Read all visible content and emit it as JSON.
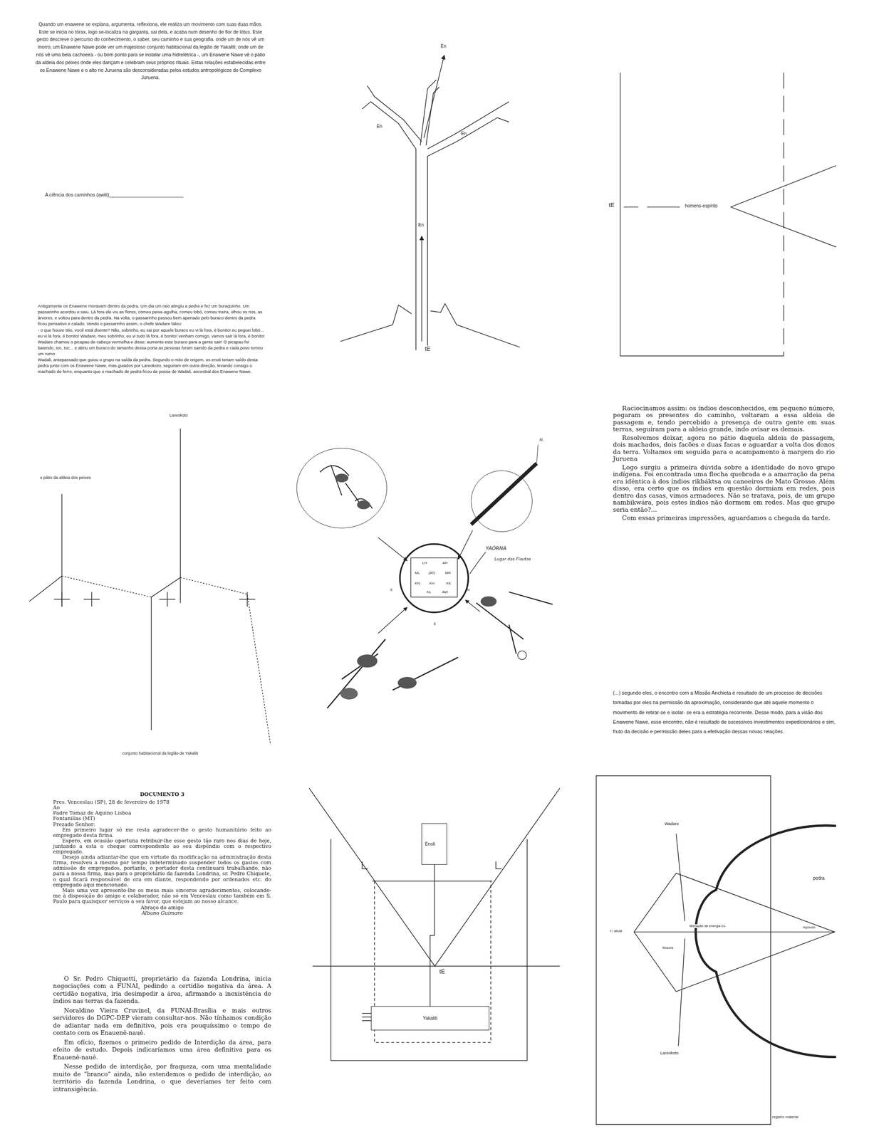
{
  "diagram": {
    "nodes": [
      {
        "text": [
          "Enoli"
        ]
      },
      {
        "text": [
          "Yakaliti"
        ]
      }
    ],
    "edges": [
      {
        "from": 0,
        "to": 1,
        "arrow": "none"
      }
    ],
    "labels": [
      "Quando um enawene se explana, argumenta, reflexiona, ele realiza um movimento com suas duas mãos. Este se inicia no tórax, logo se-localiza na garganta, sai dela, e acaba num desenho de flor de lótus. Este gesto descreve o percurso do conhecimento, o saber, seu caminho e sua geografia. onde um de nós vê um morro, um Enawene Nawe pode ver um majestoso conjunto habitacional da legião de Yakaliti; onde um de nós vê uma bela cachoeira - ou bom ponto para se instalar uma hidrelétrica -, um Enawene Nawe vê o pátio da aldeia dos peixes onde eles dançam e celebram seus próprios rituais. Estas relações estabelecidas entre os Enawene Nawe e o alto rio Juruena são desconsideradas pelos estudos antropológicos do Complexo Juruena.",
      "A ciência dos caminhos (awiti)____________________________",
      "Antigamente os Enawene moravam dentro da pedra. Um dia um raio atingiu a pedra e fez um buraquinho. Um passarinho acordou e saiu. Lá fora ele viu as flores, comeu peixe-agulha, comeu lobó, comeu traíra, olhou os rios, as árvores, e voltou para dentro da pedra. Na volta, o passarinho passou bem apertado pelo buraco dentro da pedra ficou pensativo e calado. Vendo o passarinho assim, o chefe Wadare falou:",
      "- o que houve titio, você está doente? Não, sobrinho, eu sai por aquele buraco eu vi lá fora, é bonito! eu peguei lobó... eu vi lá fora, é bonito! Wadare, meu sobrinho, eu vi tudo lá fora, é bonito! venham comigo, vamos sair lá fora, é bonito! Wadare chamou o picapau de cabeça vermelha e disse: aumente este buraco para a gente sair! O picapau foi batendo, toc, toc... e abriu um buraco do tamanho dessa porta as pessoas foram saindo da pedra e cada povo tomou um rumo",
      "Wadali, antepassado que guiou o grupo na saída da pedra. Segundo o mito de origem, os enoti teriam saído desta pedra junto com os Enawene Nawe, mas guiados por Lareokoto, seguiram em outra direção, levando consigo o machado de ferro, enquanto que o machado de pedra ficou de posse de Wadali, ancestral dos Enawene Nawe.",
      "En",
      "En",
      "En",
      "En",
      "tE",
      "tE",
      "homens-espírito",
      "o pátio da aldeia dos peixes",
      "Lareokoto",
      "conjunto habitacional da legião de Yakaliti",
      "LH",
      "AH",
      "ML",
      "(AT)",
      "MR",
      "KN",
      "KH",
      "KK",
      "KL",
      "AW",
      "S",
      "N",
      "E",
      "YAÕRNA",
      "Lugar das Flautas",
      "H.",
      "Raciocinamos assim: os índios desconhecidos, em pequeno número, pegaram os presentes do caminho, voltaram a essa aldeia de passagem e, tendo percebido a presença de outra gente em suas terras, seguiram para a aldeia grande, indo avisar os demais.",
      "Resolvemos deixar, agora no pátio daquela aldeia de passagem, dois machados, dois facões e duas facas e aguardar a volta dos donos da terra. Voltamos em seguida para o acampamento à margem do rio Juruena",
      "Logo surgiu a primeira dúvida sobre a identidade do novo grupo indígena. Foi encontrada uma flecha quebrada e a amarração da pena era idêntica à dos índios rikbáktsa ou canoeiros de Mato Grosso. Além disso, era certo que os índios em questão dormiam em redes, pois dentro das casas, vimos armadores. Não se tratava, pois, de um grupo nambikwára, pois estes índios não dormem em redes. Mas que grupo seria então?...",
      "Com essas primeiras impressões, aguardamos a chegada da tarde.",
      "(...) segundo eles, o encontro com a Missão Anchieta é resultado de um processo de decisões tomadas por eles na permissão da aproximação, considerando que até aquele momento o movimento de retirar-se e isolar- se era a estratégia recorrente. Desse modo, para a visão dos Enawene Nawe, esse encontro, não é resultado de sucessivos investimentos expedicionários e sim, fruto da decisão e permissão deles para a efetivação dessas novas relações.",
      "DOCUMENTO 3",
      "Pres. Venceslau (SP), 28 de fevereiro de 1978",
      "Ao",
      "Padre Tomaz de Aquino Lisboa",
      "Fontanillas (MT)",
      "Prezado Senhor:",
      "Em primeiro lugar só me resta agradecer-lhe o gesto humanitário feito ao empregado desta firma.",
      "Espero, em ocasião oportuna retribuir-lhe esse gesto tão raro nos dias de hoje, juntando a esta o cheque correspondente ao seu dispêndio com o respectivo empregado.",
      "Desejo ainda adiantar-lhe que em virtude da modificação na administração desta firma, resolveu a mesma por tempo indeterminado suspender todos os gastos com admissão de empregados, portanto, o portador desta continuará trabalhando, não para a nossa firma, mas para o proprietário da fazenda Londrina, sr. Pedro Chiquete, o qual ficará responsável de ora em diante, respondendo por ordenados etc. do empregado aqui mencionado.",
      "Mais uma vez apresento-lhe os meus mais sinceros agradecimentos, colocando-me à disposição do amigo e colaborador, não só em Venceslau como também em S. Paulo para quaisquer serviços a seu favor, que estejam ao nosso alcance.",
      "Abraço do amigo",
      "Albano Guimaro",
      "O Sr. Pedro Chiquetti, proprietário da fazenda Londrina, inicia negociações com a FUNAI, pedindo a certidão negativa da área. A certidão negativa, iria desimpedir a área, afirmando a inexistência de índios nas terras da fazenda.",
      "Noraldino Vieira Cruvinel, da FUNAI-Brasília e mais outros servidores do DGPC-DEP vieram consultar-nos. Não tínhamos condição de adiantar nada em definitivo, pois era pouquíssimo o tempo de contato com os Enauenê-nauê.",
      "Em ofício, fizemos o primeiro pedido de Interdição da área, para efeito de estudo. Depois indicaríamos uma área definitiva para os Enauenê-nauê.",
      "Nesse pedido de interdição, por fraqueza, com uma mentalidade muito de “branco” ainda, não estendemos o pedido de interdição, ao território da fazenda Londrina, o que deveríamos ter feito com intransigência.",
      "tE",
      "Wadare",
      "pedra",
      "t / atual",
      "liberação de energia 01.",
      "repouso",
      "fissura",
      "Lareokoto",
      "registro material"
    ]
  }
}
